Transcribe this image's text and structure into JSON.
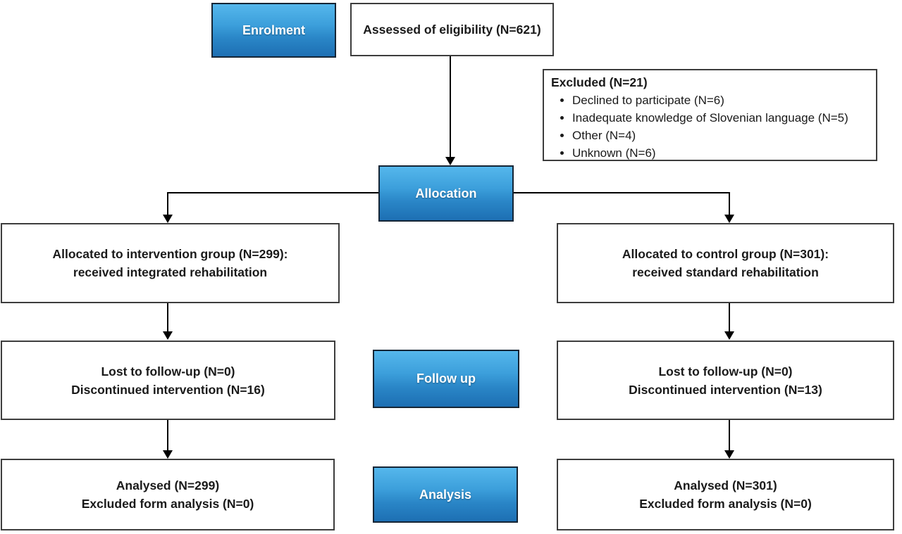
{
  "diagram": {
    "type": "consort-flow",
    "colors": {
      "stage_blue_top": "#55b7ec",
      "stage_blue_bottom": "#1d6fb3",
      "stage_border": "#152535",
      "box_border": "#3d3d3d",
      "connector": "#000000",
      "text": "#1a1a1a"
    },
    "stages": {
      "enrolment": "Enrolment",
      "allocation": "Allocation",
      "follow_up": "Follow up",
      "analysis": "Analysis"
    },
    "boxes": {
      "eligibility": "Assessed of eligibility (N=621)",
      "excluded": {
        "title": "Excluded (N=21)",
        "items": [
          "Declined to participate (N=6)",
          "Inadequate knowledge of Slovenian language (N=5)",
          "Other (N=4)",
          "Unknown (N=6)"
        ]
      },
      "intervention": {
        "line1": "Allocated to intervention group (N=299):",
        "line2": "received integrated rehabilitation"
      },
      "control": {
        "line1": "Allocated to control group (N=301):",
        "line2": "received standard rehabilitation"
      },
      "followup_left": {
        "line1": "Lost to follow-up (N=0)",
        "line2": "Discontinued intervention (N=16)"
      },
      "followup_right": {
        "line1": "Lost to follow-up (N=0)",
        "line2": "Discontinued intervention (N=13)"
      },
      "analysis_left": {
        "line1": "Analysed (N=299)",
        "line2": "Excluded form analysis (N=0)"
      },
      "analysis_right": {
        "line1": "Analysed (N=301)",
        "line2": "Excluded form analysis (N=0)"
      }
    }
  }
}
